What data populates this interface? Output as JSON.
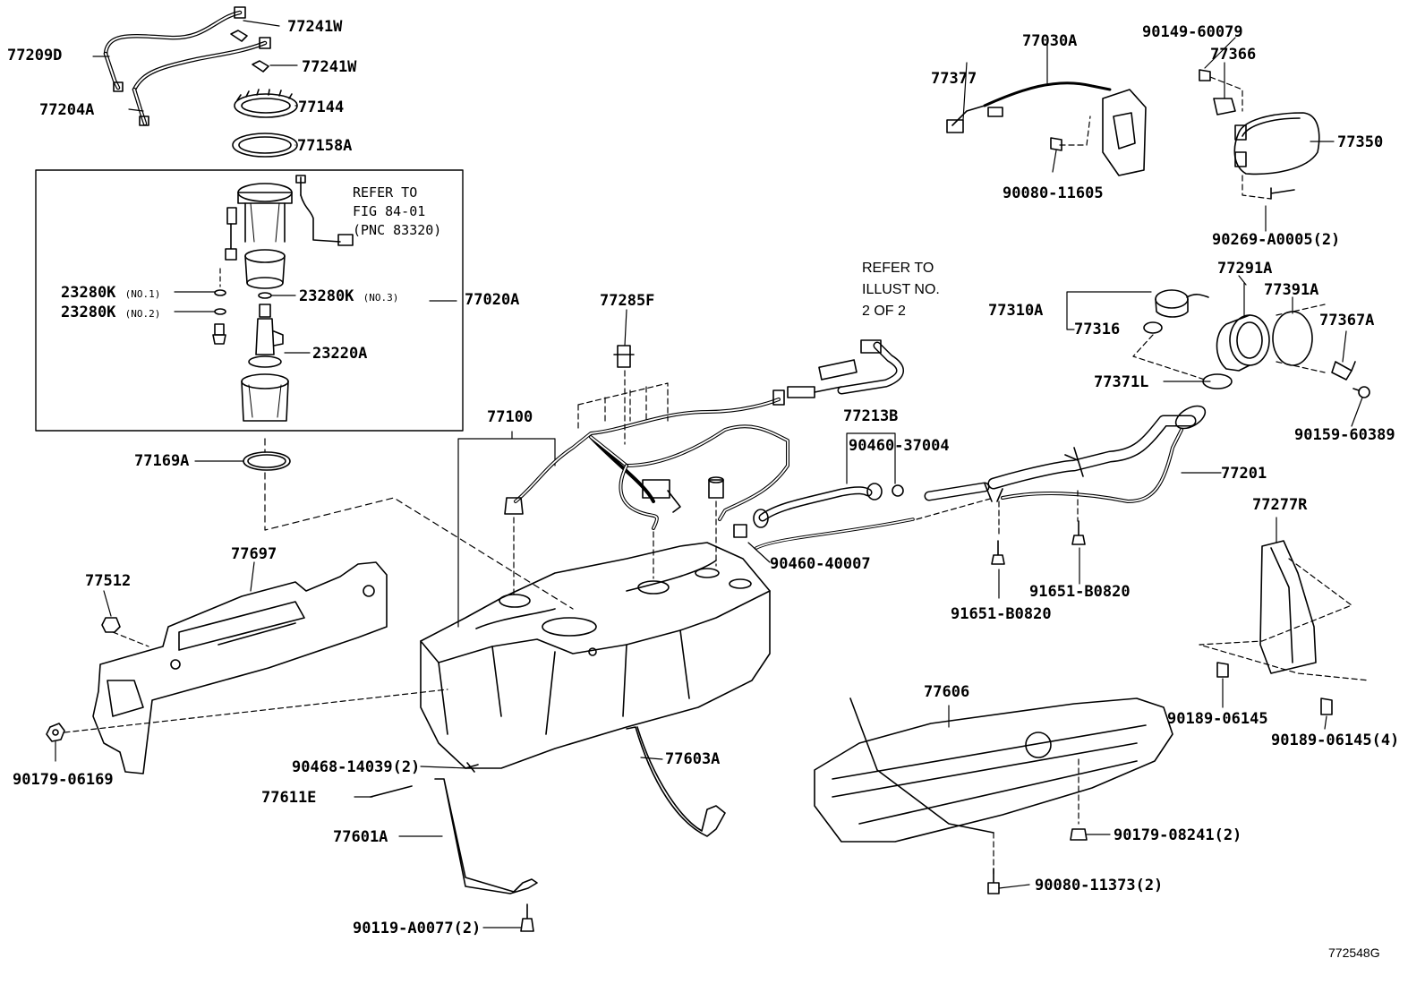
{
  "callouts": {
    "p77209D": "77209D",
    "p77241W_a": "77241W",
    "p77241W_b": "77241W",
    "p77204A": "77204A",
    "p77144": "77144",
    "p77158A": "77158A",
    "p23280K_1": "23280K",
    "p23280K_1_note": "(NO.1)",
    "p23280K_2": "23280K",
    "p23280K_2_note": "(NO.2)",
    "p23280K_3": "23280K",
    "p23280K_3_note": "(NO.3)",
    "p23220A": "23220A",
    "p77020A": "77020A",
    "p77169A": "77169A",
    "p77697": "77697",
    "p77512": "77512",
    "p90179_06169": "90179-06169",
    "p77285F": "77285F",
    "p77100": "77100",
    "p77030A": "77030A",
    "p77377": "77377",
    "p90080_11605": "90080-11605",
    "p90149_60079": "90149-60079",
    "p77366": "77366",
    "p77350": "77350",
    "p90269_A0005": "90269-A0005(2)",
    "p77291A": "77291A",
    "p77391A": "77391A",
    "p77367A": "77367A",
    "p77310A": "77310A",
    "p77316": "77316",
    "p77371L": "77371L",
    "p90159_60389": "90159-60389",
    "p77213B": "77213B",
    "p90460_37004": "90460-37004",
    "p90460_40007": "90460-40007",
    "p77201": "77201",
    "p91651_B0820_a": "91651-B0820",
    "p91651_B0820_b": "91651-B0820",
    "p77277R": "77277R",
    "p90189_06145": "90189-06145",
    "p90189_06145_4": "90189-06145(4)",
    "p77606": "77606",
    "p90179_08241": "90179-08241(2)",
    "p90080_11373": "90080-11373(2)",
    "p77603A": "77603A",
    "p90468_14039": "90468-14039(2)",
    "p77611E": "77611E",
    "p77601A": "77601A",
    "p90119_A0077": "90119-A0077(2)"
  },
  "notes": {
    "refer_fig_line1": "REFER TO",
    "refer_fig_line2": "FIG 84-01",
    "refer_fig_line3": "(PNC 83320)",
    "refer_illust_line1": "REFER TO",
    "refer_illust_line2": "ILLUST NO.",
    "refer_illust_line3": "2 OF 2"
  },
  "illustration_id": "772548G",
  "colors": {
    "ink": "#000000",
    "background": "#ffffff"
  }
}
